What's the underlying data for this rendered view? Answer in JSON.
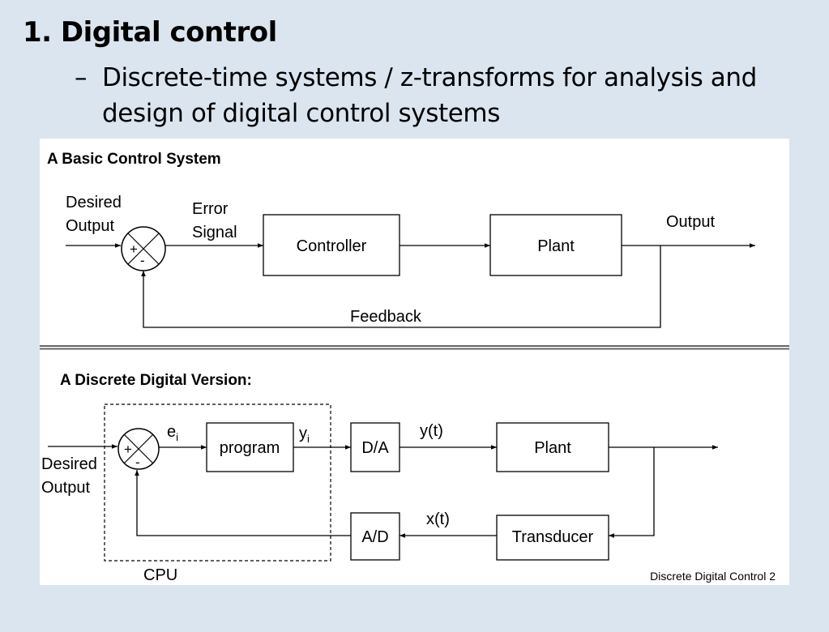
{
  "slide": {
    "title": "1. Digital control",
    "bullet_dash": "–",
    "bullet_text": "Discrete-time systems / z-transforms for analysis and design of digital control systems"
  },
  "figure": {
    "basic": {
      "heading": "A Basic Control System",
      "input_label_line1": "Desired",
      "input_label_line2": "Output",
      "error_label_line1": "Error",
      "error_label_line2": "Signal",
      "sum_plus": "+",
      "sum_minus": "-",
      "controller_label": "Controller",
      "plant_label": "Plant",
      "output_label": "Output",
      "feedback_label": "Feedback"
    },
    "discrete": {
      "heading": "A Discrete Digital Version:",
      "input_label_line1": "Desired",
      "input_label_line2": "Output",
      "sum_plus": "+",
      "sum_minus": "-",
      "error_symbol": "e",
      "error_subscript": "i",
      "program_label": "program",
      "output_symbol": "y",
      "output_subscript": "i",
      "da_label": "D/A",
      "yt_label": "y(t)",
      "plant_label": "Plant",
      "xt_label": "x(t)",
      "ad_label": "A/D",
      "transducer_label": "Transducer",
      "cpu_label": "CPU",
      "footer": "Discrete Digital Control 2"
    }
  }
}
